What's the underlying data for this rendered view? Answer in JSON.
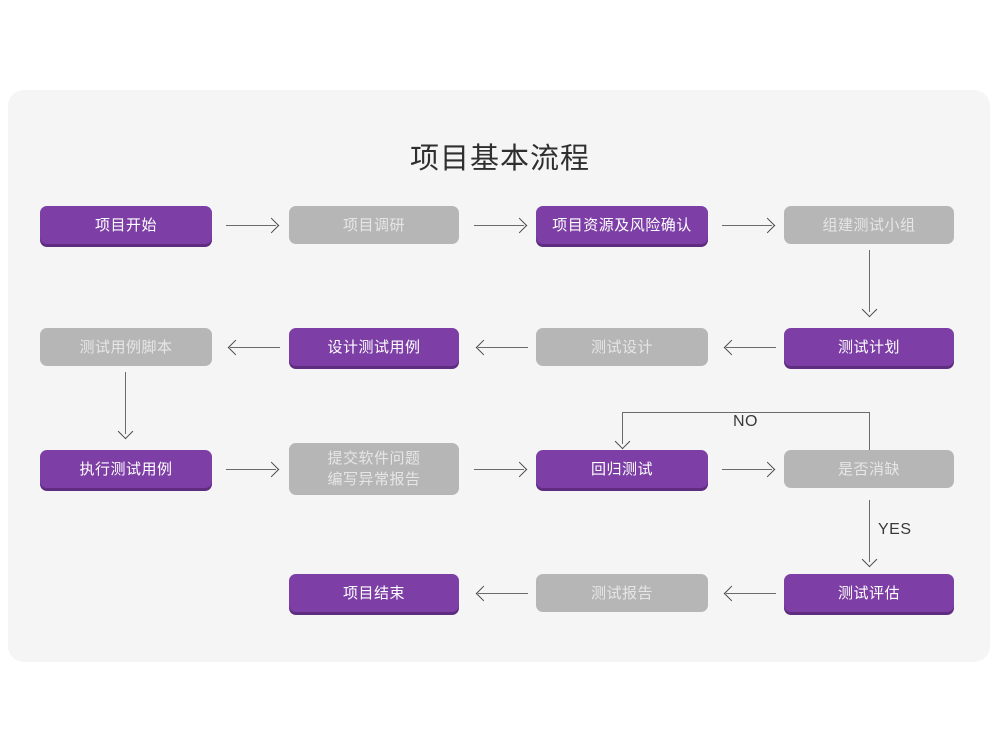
{
  "diagram": {
    "title": "项目基本流程",
    "canvas": {
      "background": "#ffffff",
      "card_background": "#f5f5f5"
    },
    "colors": {
      "purple_fill": "#7d3fa6",
      "purple_shadow": "#5f2d80",
      "purple_text": "#ffffff",
      "gray_fill": "#b6b6b6",
      "gray_text": "#e6e6e6",
      "connector": "#6b6b6b",
      "title_text": "#2f2f2f"
    },
    "nodes": [
      {
        "id": "n1",
        "label": "项目开始",
        "style": "purple",
        "row": 1
      },
      {
        "id": "n2",
        "label": "项目调研",
        "style": "gray",
        "row": 1
      },
      {
        "id": "n3",
        "label": "项目资源及风险确认",
        "style": "purple",
        "row": 1
      },
      {
        "id": "n4",
        "label": "组建测试小组",
        "style": "gray",
        "row": 1
      },
      {
        "id": "n5",
        "label": "测试用例脚本",
        "style": "gray",
        "row": 2
      },
      {
        "id": "n6",
        "label": "设计测试用例",
        "style": "purple",
        "row": 2
      },
      {
        "id": "n7",
        "label": "测试设计",
        "style": "gray",
        "row": 2
      },
      {
        "id": "n8",
        "label": "测试计划",
        "style": "purple",
        "row": 2
      },
      {
        "id": "n9",
        "label": "执行测试用例",
        "style": "purple",
        "row": 3
      },
      {
        "id": "n10",
        "label": "提交软件问题\n编写异常报告",
        "style": "gray",
        "row": 3
      },
      {
        "id": "n11",
        "label": "回归测试",
        "style": "purple",
        "row": 3
      },
      {
        "id": "n12",
        "label": "是否消缺",
        "style": "gray",
        "row": 3
      },
      {
        "id": "n13",
        "label": "项目结束",
        "style": "purple",
        "row": 4
      },
      {
        "id": "n14",
        "label": "测试报告",
        "style": "gray",
        "row": 4
      },
      {
        "id": "n15",
        "label": "测试评估",
        "style": "purple",
        "row": 4
      }
    ],
    "edge_labels": {
      "no": "NO",
      "yes": "YES"
    },
    "edges": [
      {
        "from": "n1",
        "to": "n2",
        "direction": "right"
      },
      {
        "from": "n2",
        "to": "n3",
        "direction": "right"
      },
      {
        "from": "n3",
        "to": "n4",
        "direction": "right"
      },
      {
        "from": "n4",
        "to": "n8",
        "direction": "down"
      },
      {
        "from": "n8",
        "to": "n7",
        "direction": "left"
      },
      {
        "from": "n7",
        "to": "n6",
        "direction": "left"
      },
      {
        "from": "n6",
        "to": "n5",
        "direction": "left"
      },
      {
        "from": "n5",
        "to": "n9",
        "direction": "down"
      },
      {
        "from": "n9",
        "to": "n10",
        "direction": "right"
      },
      {
        "from": "n10",
        "to": "n11",
        "direction": "right"
      },
      {
        "from": "n11",
        "to": "n12",
        "direction": "right"
      },
      {
        "from": "n12",
        "to": "n11",
        "direction": "loop-up",
        "label": "NO"
      },
      {
        "from": "n12",
        "to": "n15",
        "direction": "down",
        "label": "YES"
      },
      {
        "from": "n15",
        "to": "n14",
        "direction": "left"
      },
      {
        "from": "n14",
        "to": "n13",
        "direction": "left"
      }
    ]
  }
}
